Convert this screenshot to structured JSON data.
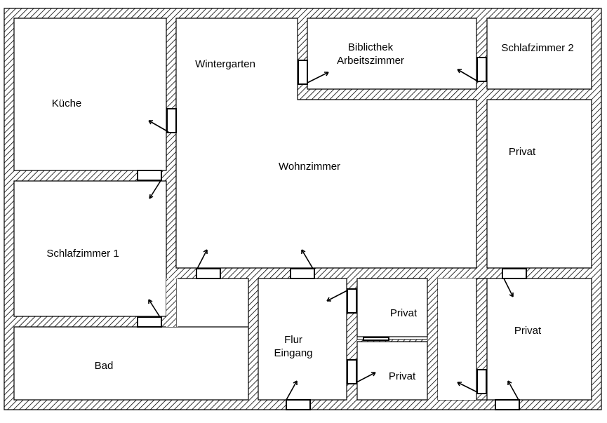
{
  "floorplan": {
    "rooms": [
      {
        "id": "kueche",
        "lines": [
          "Küche"
        ]
      },
      {
        "id": "wintergarten",
        "lines": [
          "Wintergarten"
        ]
      },
      {
        "id": "bibliothek",
        "lines": [
          "Biblicthek",
          "Arbeitszimmer"
        ]
      },
      {
        "id": "schlafzimmer2",
        "lines": [
          "Schlafzimmer 2"
        ]
      },
      {
        "id": "wohnzimmer",
        "lines": [
          "Wohnzimmer"
        ]
      },
      {
        "id": "privat-right",
        "lines": [
          "Privat"
        ]
      },
      {
        "id": "schlafzimmer1",
        "lines": [
          "Schlafzimmer 1"
        ]
      },
      {
        "id": "bad",
        "lines": [
          "Bad"
        ]
      },
      {
        "id": "flur",
        "lines": [
          "Flur",
          "Eingang"
        ]
      },
      {
        "id": "privat-upper",
        "lines": [
          "Privat"
        ]
      },
      {
        "id": "privat-lower",
        "lines": [
          "Privat"
        ]
      },
      {
        "id": "privat-bottom-right",
        "lines": [
          "Privat"
        ]
      }
    ],
    "colors": {
      "wall": "#000000",
      "hatch": "#000000",
      "background": "#ffffff"
    }
  }
}
